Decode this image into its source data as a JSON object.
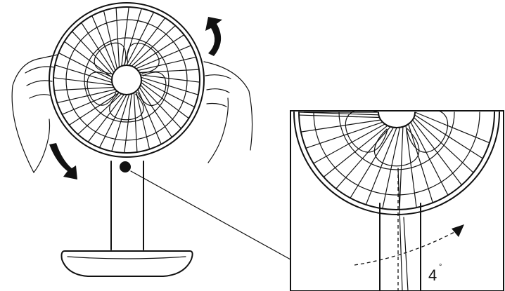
{
  "diagram": {
    "angle_label": "4",
    "angle_unit": "°",
    "spoke_count": 36,
    "blade_count": 5
  }
}
